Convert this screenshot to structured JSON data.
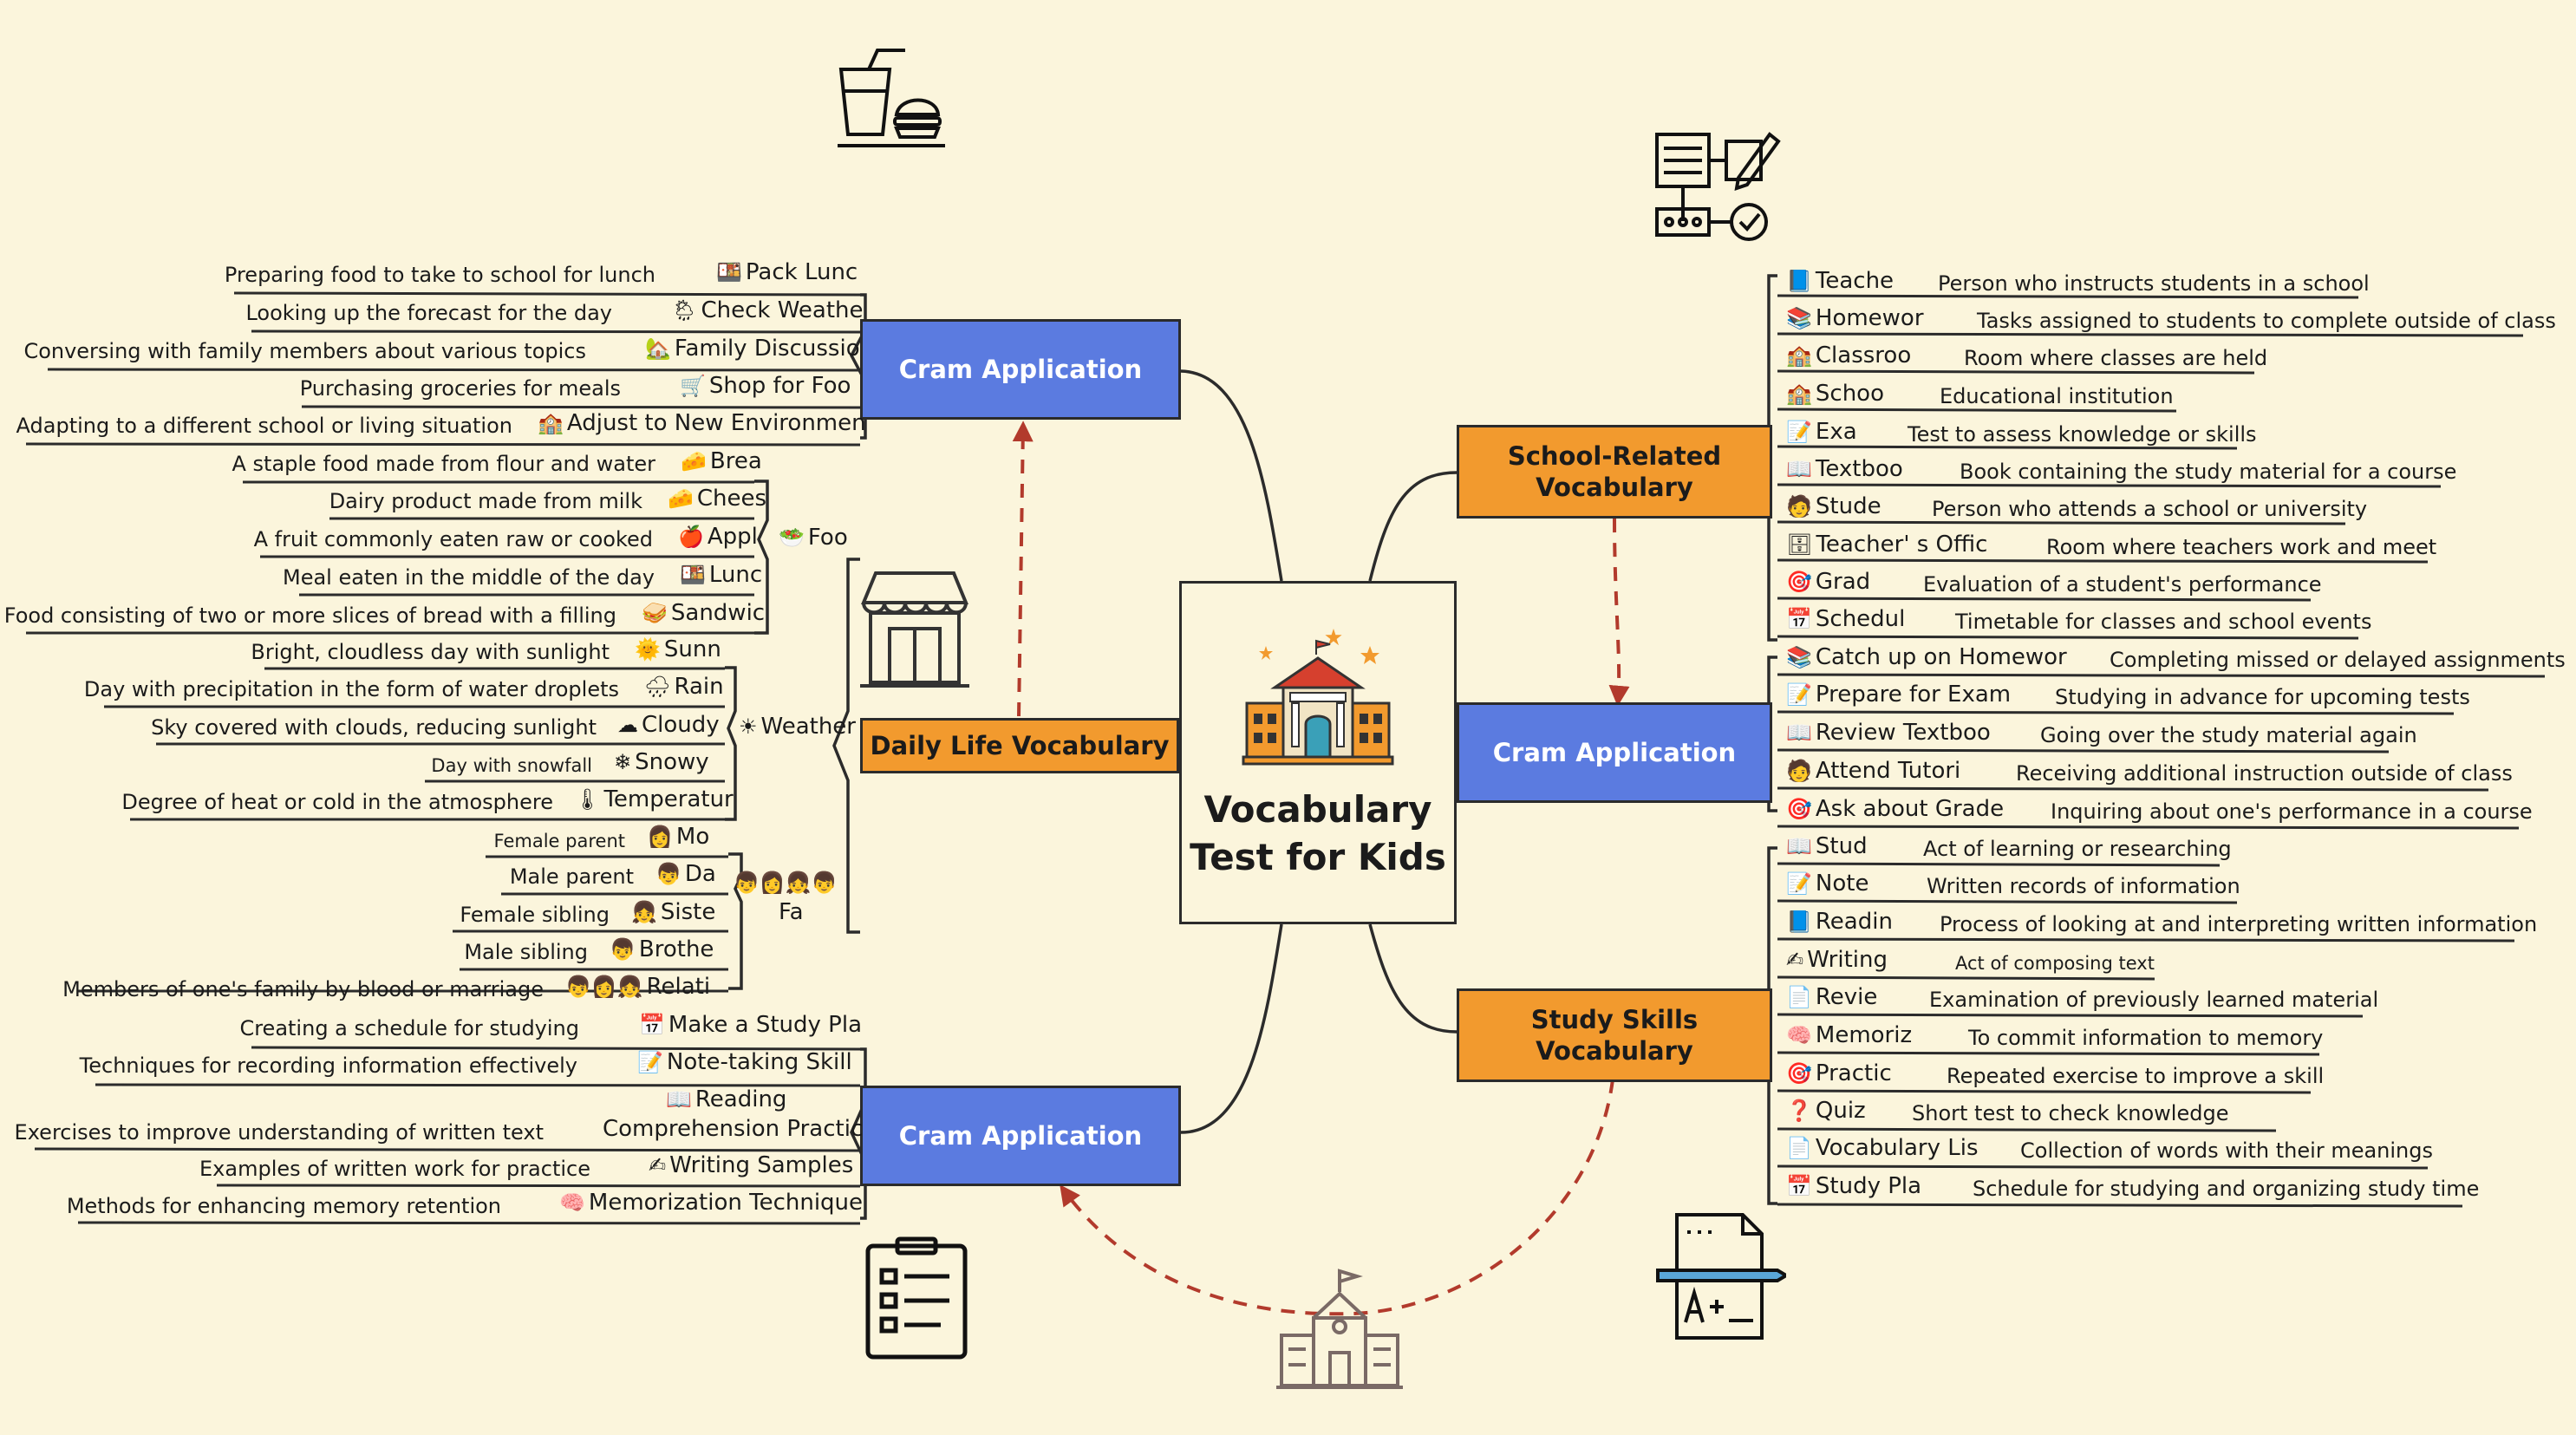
{
  "center": {
    "line1": "Vocabulary",
    "line2": "Test for Kids"
  },
  "top_left": {
    "label": "Cram Application",
    "items": [
      {
        "icon": "🍱",
        "term": "Pack Lunc",
        "desc": "Preparing food to take to school for lunch"
      },
      {
        "icon": "🌦",
        "term": "Check Weathe",
        "desc": "Looking up the forecast for the day"
      },
      {
        "icon": "🏡",
        "term": "Family Discussio",
        "desc": "Conversing with family members about various topics"
      },
      {
        "icon": "🛒",
        "term": "Shop for Foo",
        "desc": "Purchasing groceries for meals"
      },
      {
        "icon": "🏫",
        "term": "Adjust to New Environmen",
        "desc": "Adapting to a different school or living situation"
      }
    ]
  },
  "daily": {
    "label": "Daily Life Vocabulary",
    "food": {
      "icon": "🥗",
      "label": "Foo",
      "items": [
        {
          "icon": "🧀",
          "term": "Brea",
          "desc": "A staple food made from flour and water"
        },
        {
          "icon": "🧀",
          "term": "Chees",
          "desc": "Dairy product made from milk"
        },
        {
          "icon": "🍎",
          "term": "Appl",
          "desc": "A fruit commonly eaten raw or cooked"
        },
        {
          "icon": "🍱",
          "term": "Lunc",
          "desc": "Meal eaten in the middle of the day"
        },
        {
          "icon": "🥪",
          "term": "Sandwic",
          "desc": "Food consisting of two or more slices of bread with a filling"
        }
      ]
    },
    "weather": {
      "icon": "☀",
      "label": "Weather",
      "items": [
        {
          "icon": "🌞",
          "term": "Sunn",
          "desc": "Bright, cloudless day with sunlight"
        },
        {
          "icon": "🌧",
          "term": "Rain",
          "desc": "Day with precipitation in the form of water droplets"
        },
        {
          "icon": "☁",
          "term": "Cloudy",
          "desc": "Sky covered with clouds, reducing sunlight"
        },
        {
          "icon": "❄",
          "term": "Snowy",
          "desc": "Day with snowfall"
        },
        {
          "icon": "🌡",
          "term": "Temperatur",
          "desc": "Degree of heat or cold in the atmosphere"
        }
      ]
    },
    "family": {
      "icon": "👦👩👧👦",
      "label": "Fa",
      "items": [
        {
          "icon": "👩",
          "term": "Mo",
          "desc": "Female parent"
        },
        {
          "icon": "👦",
          "term": "Da",
          "desc": "Male parent"
        },
        {
          "icon": "👧",
          "term": "Siste",
          "desc": "Female sibling"
        },
        {
          "icon": "👦",
          "term": "Brothe",
          "desc": "Male sibling"
        },
        {
          "icon": "👦👩👧",
          "term": "Relati",
          "desc": "Members of one's family by blood or marriage"
        }
      ]
    }
  },
  "bottom_left": {
    "label": "Cram Application",
    "items": [
      {
        "icon": "📅",
        "term": "Make a Study Pla",
        "desc": "Creating a schedule for studying"
      },
      {
        "icon": "📝",
        "term": "Note-taking Skill",
        "desc": "Techniques for recording information effectively"
      },
      {
        "icon": "📖",
        "term": "Reading",
        "term2": "Comprehension Practic",
        "desc": "Exercises to improve understanding of written text"
      },
      {
        "icon": "✍",
        "term": "Writing Samples",
        "desc": "Examples of written work for practice"
      },
      {
        "icon": "🧠",
        "term": "Memorization Technique",
        "desc": "Methods for enhancing memory retention"
      }
    ]
  },
  "school": {
    "label_line1": "School-Related",
    "label_line2": "Vocabulary",
    "items": [
      {
        "icon": "📘",
        "term": "Teache",
        "desc": "Person who instructs students in a school"
      },
      {
        "icon": "📚",
        "term": "Homewor",
        "desc": "Tasks assigned to students to complete outside of class"
      },
      {
        "icon": "🏫",
        "term": "Classroo",
        "desc": "Room where classes are held"
      },
      {
        "icon": "🏫",
        "term": "Schoo",
        "desc": "Educational institution"
      },
      {
        "icon": "📝",
        "term": "Exa",
        "desc": "Test to assess knowledge or skills"
      },
      {
        "icon": "📖",
        "term": "Textboo",
        "desc": "Book containing the study material for a course"
      },
      {
        "icon": "🧑",
        "term": "Stude",
        "desc": "Person who attends a school or university"
      },
      {
        "icon": "🗄",
        "term": "Teacher' s Offic",
        "desc": "Room where teachers work and meet"
      },
      {
        "icon": "🎯",
        "term": "Grad",
        "desc": "Evaluation of a student's performance"
      },
      {
        "icon": "📅",
        "term": "Schedul",
        "desc": "Timetable for classes and school events"
      }
    ]
  },
  "right_cram": {
    "label": "Cram Application",
    "items": [
      {
        "icon": "📚",
        "term": "Catch up on Homewor",
        "desc": "Completing missed or delayed assignments"
      },
      {
        "icon": "📝",
        "term": "Prepare for Exam",
        "desc": "Studying in advance for upcoming tests"
      },
      {
        "icon": "📖",
        "term": "Review Textboo",
        "desc": "Going over the study material again"
      },
      {
        "icon": "🧑",
        "term": "Attend Tutori",
        "desc": "Receiving additional instruction outside of class"
      },
      {
        "icon": "🎯",
        "term": "Ask about Grade",
        "desc": "Inquiring about one's performance in a course"
      }
    ]
  },
  "study": {
    "label_line1": "Study Skills",
    "label_line2": "Vocabulary",
    "items": [
      {
        "icon": "📖",
        "term": "Stud",
        "desc": "Act of learning or researching"
      },
      {
        "icon": "📝",
        "term": "Note",
        "desc": "Written records of information"
      },
      {
        "icon": "📘",
        "term": "Readin",
        "desc": "Process of looking at and interpreting written information"
      },
      {
        "icon": "✍",
        "term": "Writing",
        "desc": "Act of composing text"
      },
      {
        "icon": "📄",
        "term": "Revie",
        "desc": "Examination of previously learned material"
      },
      {
        "icon": "🧠",
        "term": "Memoriz",
        "desc": "To commit information to memory"
      },
      {
        "icon": "🎯",
        "term": "Practic",
        "desc": "Repeated exercise to improve a skill"
      },
      {
        "icon": "❓",
        "term": "Quiz",
        "desc": "Short test to check knowledge"
      },
      {
        "icon": "📄",
        "term": "Vocabulary Lis",
        "desc": "Collection of words with their meanings"
      },
      {
        "icon": "📅",
        "term": "Study Pla",
        "desc": "Schedule for studying and organizing study time"
      }
    ]
  },
  "colors": {
    "background": "#fbf5dc",
    "cram_blue": "#5b7be0",
    "category_orange": "#f29a2e",
    "arrow_red": "#b23a2c",
    "line": "#2b2b2b"
  },
  "decorations": [
    "drink-burger-icon",
    "form-checklist-icon",
    "shop-icon",
    "school-building-icon",
    "clipboard-list-icon",
    "exam-paper-icon"
  ]
}
